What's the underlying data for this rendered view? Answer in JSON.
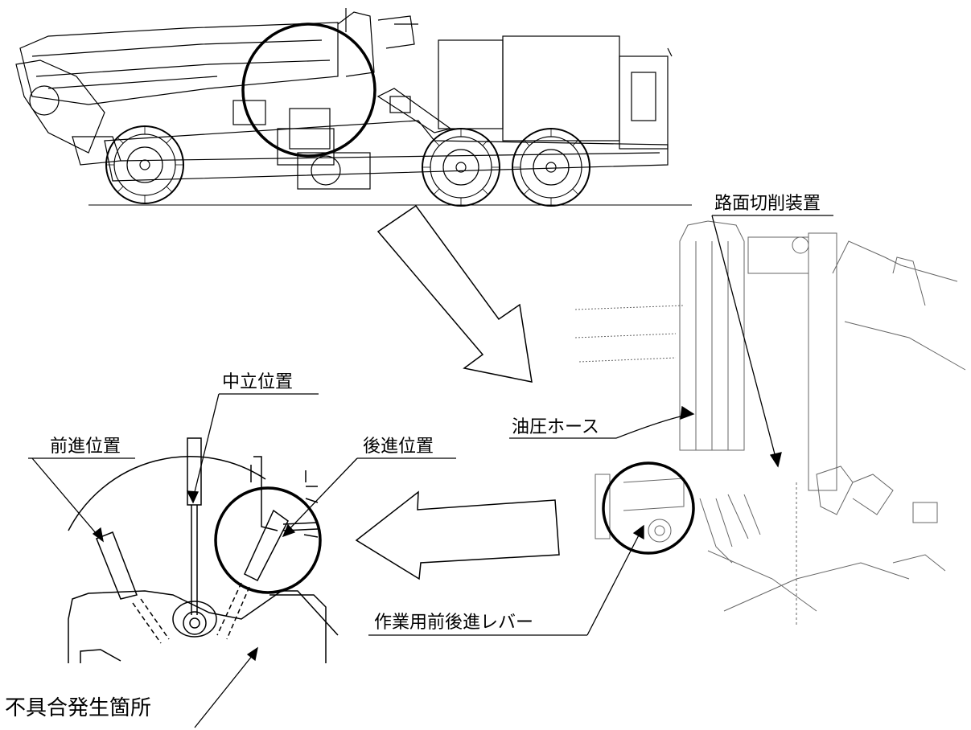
{
  "labels": {
    "road_cutting_device": "路面切削装置",
    "hydraulic_hose": "油圧ホース",
    "work_lever": "作業用前後進レバー",
    "neutral_position": "中立位置",
    "forward_position": "前進位置",
    "reverse_position": "後進位置",
    "defect_location": "不具合発生箇所"
  }
}
